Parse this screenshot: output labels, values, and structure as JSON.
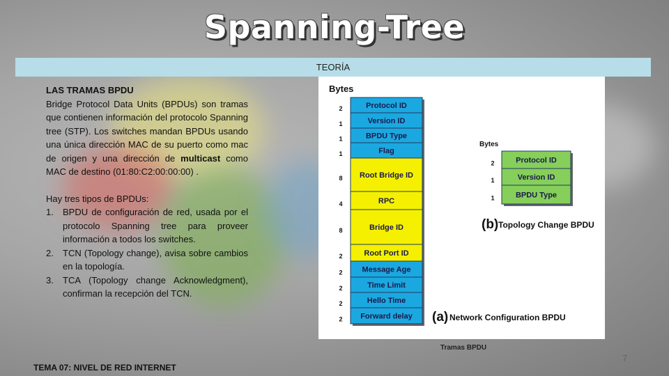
{
  "title": "Spanning-Tree",
  "banner": "TEORÍA",
  "section_heading": "LAS TRAMAS BPDU",
  "paragraph1": {
    "before": "Bridge Protocol Data Units (BPDUs) son tramas que contienen información del protocolo Spanning tree (STP). Los switches mandan BPDUs usando una única dirección MAC de su puerto como mac de origen y una dirección de ",
    "bold": "multicast",
    "after": " como MAC de destino (01:80:C2:00:00:00) ."
  },
  "types_intro": "Hay tres tipos de BPDUs:",
  "types": [
    {
      "num": "1.",
      "text": "BPDU de configuración de red, usada por el protocolo Spanning tree para proveer información a todos los switches."
    },
    {
      "num": "2.",
      "text": "TCN (Topology change), avisa sobre cambios en la topología."
    },
    {
      "num": "3.",
      "text": "TCA (Topology change Acknowledgment), confirman la recepción del TCN."
    }
  ],
  "diagram": {
    "bytes_label": "Bytes",
    "config_bpdu": {
      "letter": "(a)",
      "label": "Network Configuration BPDU",
      "fields": [
        {
          "bytes": "2",
          "name": "Protocol ID",
          "color": "#1ba8e0"
        },
        {
          "bytes": "1",
          "name": "Version ID",
          "color": "#1ba8e0"
        },
        {
          "bytes": "1",
          "name": "BPDU Type",
          "color": "#1ba8e0"
        },
        {
          "bytes": "1",
          "name": "Flag",
          "color": "#1ba8e0"
        },
        {
          "bytes": "8",
          "name": "Root Bridge ID",
          "color": "#f4f000"
        },
        {
          "bytes": "4",
          "name": "RPC",
          "color": "#f4f000"
        },
        {
          "bytes": "8",
          "name": "Bridge ID",
          "color": "#f4f000"
        },
        {
          "bytes": "2",
          "name": "Root Port ID",
          "color": "#f4f000"
        },
        {
          "bytes": "2",
          "name": "Message Age",
          "color": "#1ba8e0"
        },
        {
          "bytes": "2",
          "name": "Time Limit",
          "color": "#1ba8e0"
        },
        {
          "bytes": "2",
          "name": "Hello Time",
          "color": "#1ba8e0"
        },
        {
          "bytes": "2",
          "name": "Forward delay",
          "color": "#1ba8e0"
        }
      ]
    },
    "tcn_bpdu": {
      "letter": "(b)",
      "label": "Topology Change BPDU",
      "fields": [
        {
          "bytes": "2",
          "name": "Protocol ID",
          "color": "#86cf5a"
        },
        {
          "bytes": "1",
          "name": "Version ID",
          "color": "#86cf5a"
        },
        {
          "bytes": "1",
          "name": "BPDU Type",
          "color": "#86cf5a"
        }
      ]
    }
  },
  "caption": "Tramas BPDU",
  "footer": "TEMA 07: NIVEL DE RED INTERNET",
  "page_number": "7"
}
